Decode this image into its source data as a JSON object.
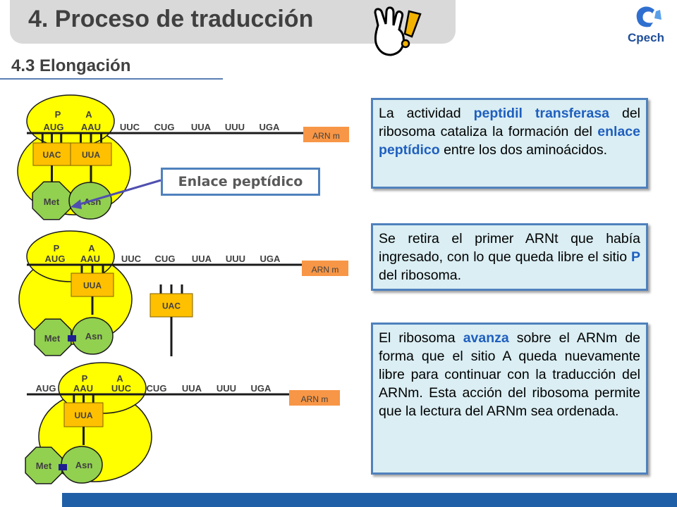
{
  "header": {
    "title": "4. Proceso de traducción",
    "subtitle": "4.3 Elongación",
    "logo_text": "Cpech"
  },
  "colors": {
    "ribosome": "#ffff00",
    "trna": "#ffc000",
    "amino_acid": "#92d050",
    "textbox_bg": "#daeef3",
    "textbox_border": "#4f81bd",
    "highlight": "#1f5fbf",
    "bond": "#1f1f8f"
  },
  "callout": {
    "label": "Enlace peptídico"
  },
  "panels": [
    {
      "site_p": "P",
      "site_a": "A",
      "codons": [
        "AUG",
        "AAU",
        "UUC",
        "CUG",
        "UUA",
        "UUU",
        "UGA"
      ],
      "mrna_label": "ARN m",
      "anticodons": [
        "UAC",
        "UUA"
      ],
      "amino_acids": [
        "Met",
        "Asn"
      ]
    },
    {
      "site_p": "P",
      "site_a": "A",
      "codons": [
        "AUG",
        "AAU",
        "UUC",
        "CUG",
        "UUA",
        "UUU",
        "UGA"
      ],
      "mrna_label": "ARN m",
      "anticodon_bound": "UUA",
      "anticodon_released": "UAC",
      "amino_acids": [
        "Met",
        "Asn"
      ]
    },
    {
      "site_p": "P",
      "site_a": "A",
      "codons": [
        "AUG",
        "AAU",
        "UUC",
        "CUG",
        "UUA",
        "UUU",
        "UGA"
      ],
      "mrna_label": "ARN m",
      "anticodon_bound": "UUA",
      "amino_acids": [
        "Met",
        "Asn"
      ]
    }
  ],
  "descriptions": [
    {
      "parts": [
        "La actividad ",
        "peptidil transferasa",
        " del ribosoma cataliza la formación del ",
        "enlace peptídico",
        " entre los dos aminoácidos."
      ]
    },
    {
      "parts": [
        "Se retira el primer ARNt que había ingresado, con lo que queda libre el sitio ",
        "P",
        " del ribosoma."
      ]
    },
    {
      "parts": [
        "El ribosoma ",
        "avanza",
        " sobre el ARNm de forma que el sitio A queda nuevamente libre para continuar con la traducción del ARNm. Esta acción del ribosoma permite que la lectura del ARNm sea ordenada."
      ]
    }
  ]
}
